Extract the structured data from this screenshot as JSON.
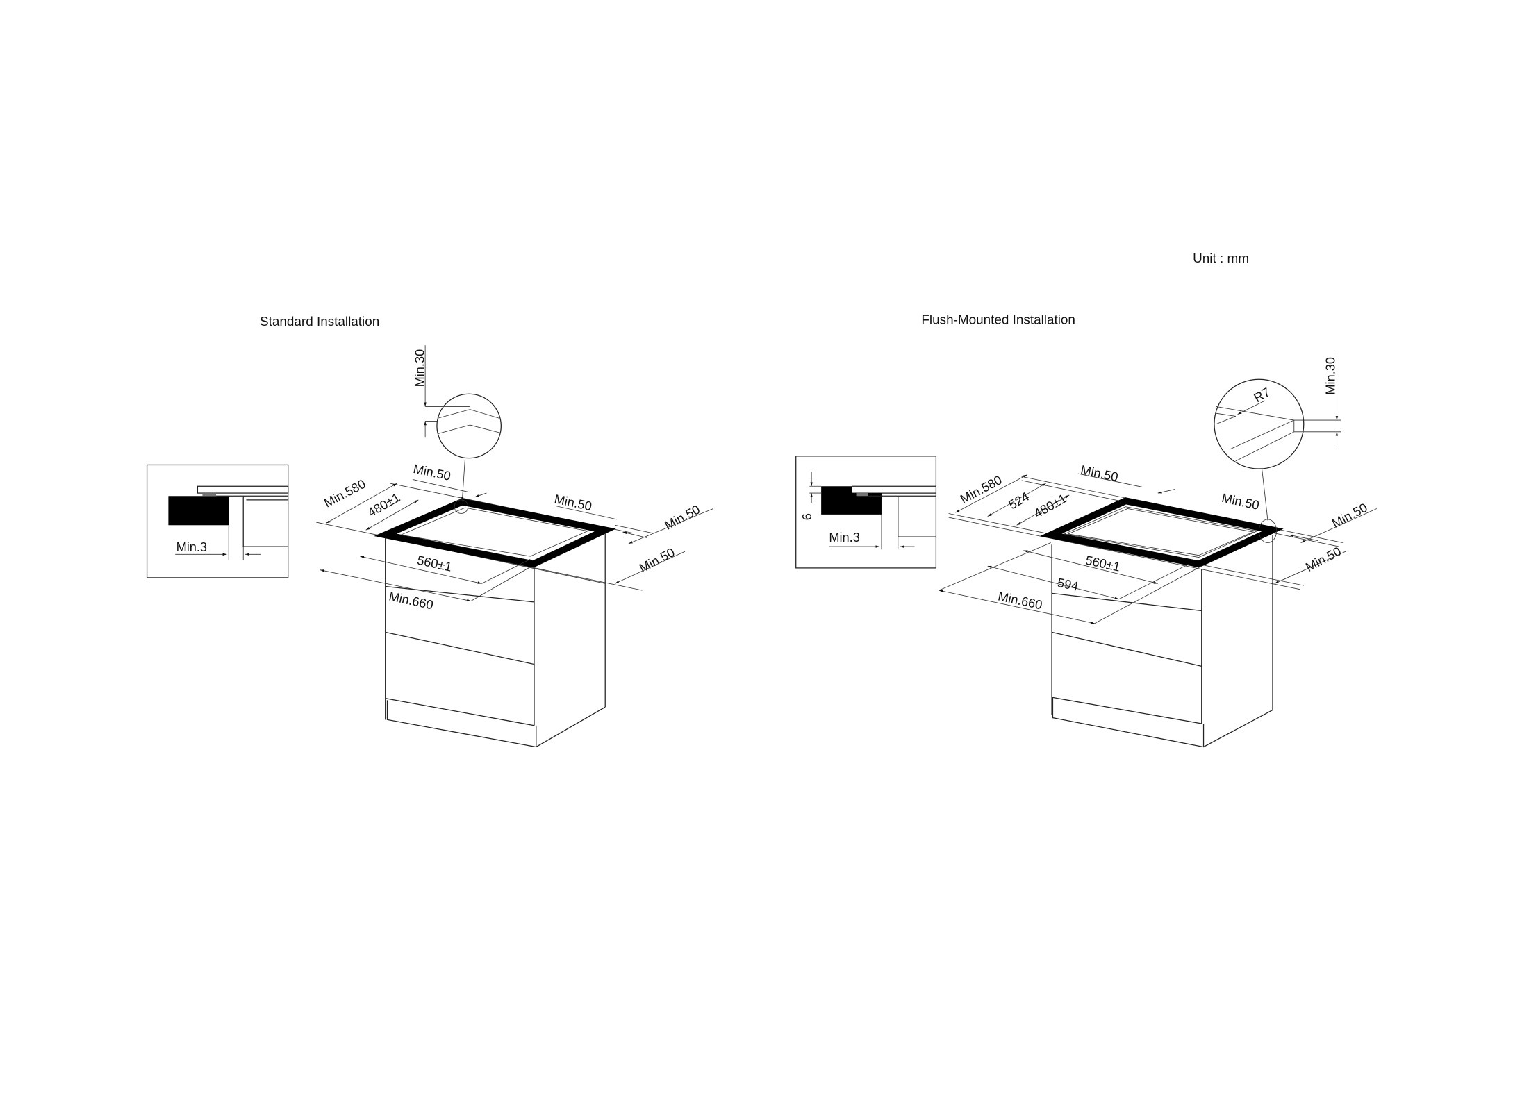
{
  "unit_label": "Unit : mm",
  "standard": {
    "title": "Standard Installation",
    "min30": "Min.30",
    "min580": "Min.580",
    "cut_depth": "480±1",
    "min50_back": "Min.50",
    "min50_back_right": "Min.50",
    "min50_right": "Min.50",
    "min50_front_right": "Min.50",
    "cut_width": "560±1",
    "min660": "Min.660",
    "inset_min3": "Min.3"
  },
  "flush": {
    "title": "Flush-Mounted Installation",
    "min30": "Min.30",
    "radius": "R7",
    "min580": "Min.580",
    "depth_524": "524",
    "cut_depth": "480±1",
    "min50_back": "Min.50",
    "min50_back_right": "Min.50",
    "min50_right": "Min.50",
    "min50_front_right": "Min.50",
    "cut_width": "560±1",
    "width_594": "594",
    "min660": "Min.660",
    "inset_min3": "Min.3",
    "inset_6": "6"
  }
}
